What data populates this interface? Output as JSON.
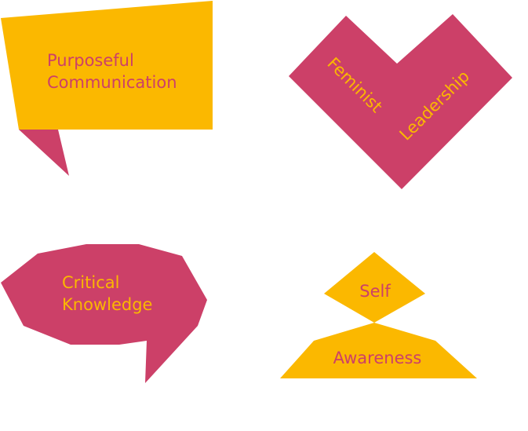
{
  "colors": {
    "yellow": "#FBB800",
    "pink": "#CC4068"
  },
  "shapes": {
    "purposeful_communication": {
      "line1": "Purposeful",
      "line2": "Communication"
    },
    "feminist_leadership": {
      "word1": "Feminist",
      "word2": "Leadership"
    },
    "critical_knowledge": {
      "line1": "Critical",
      "line2": "Knowledge"
    },
    "self_awareness": {
      "word1": "Self",
      "word2": "Awareness"
    }
  }
}
